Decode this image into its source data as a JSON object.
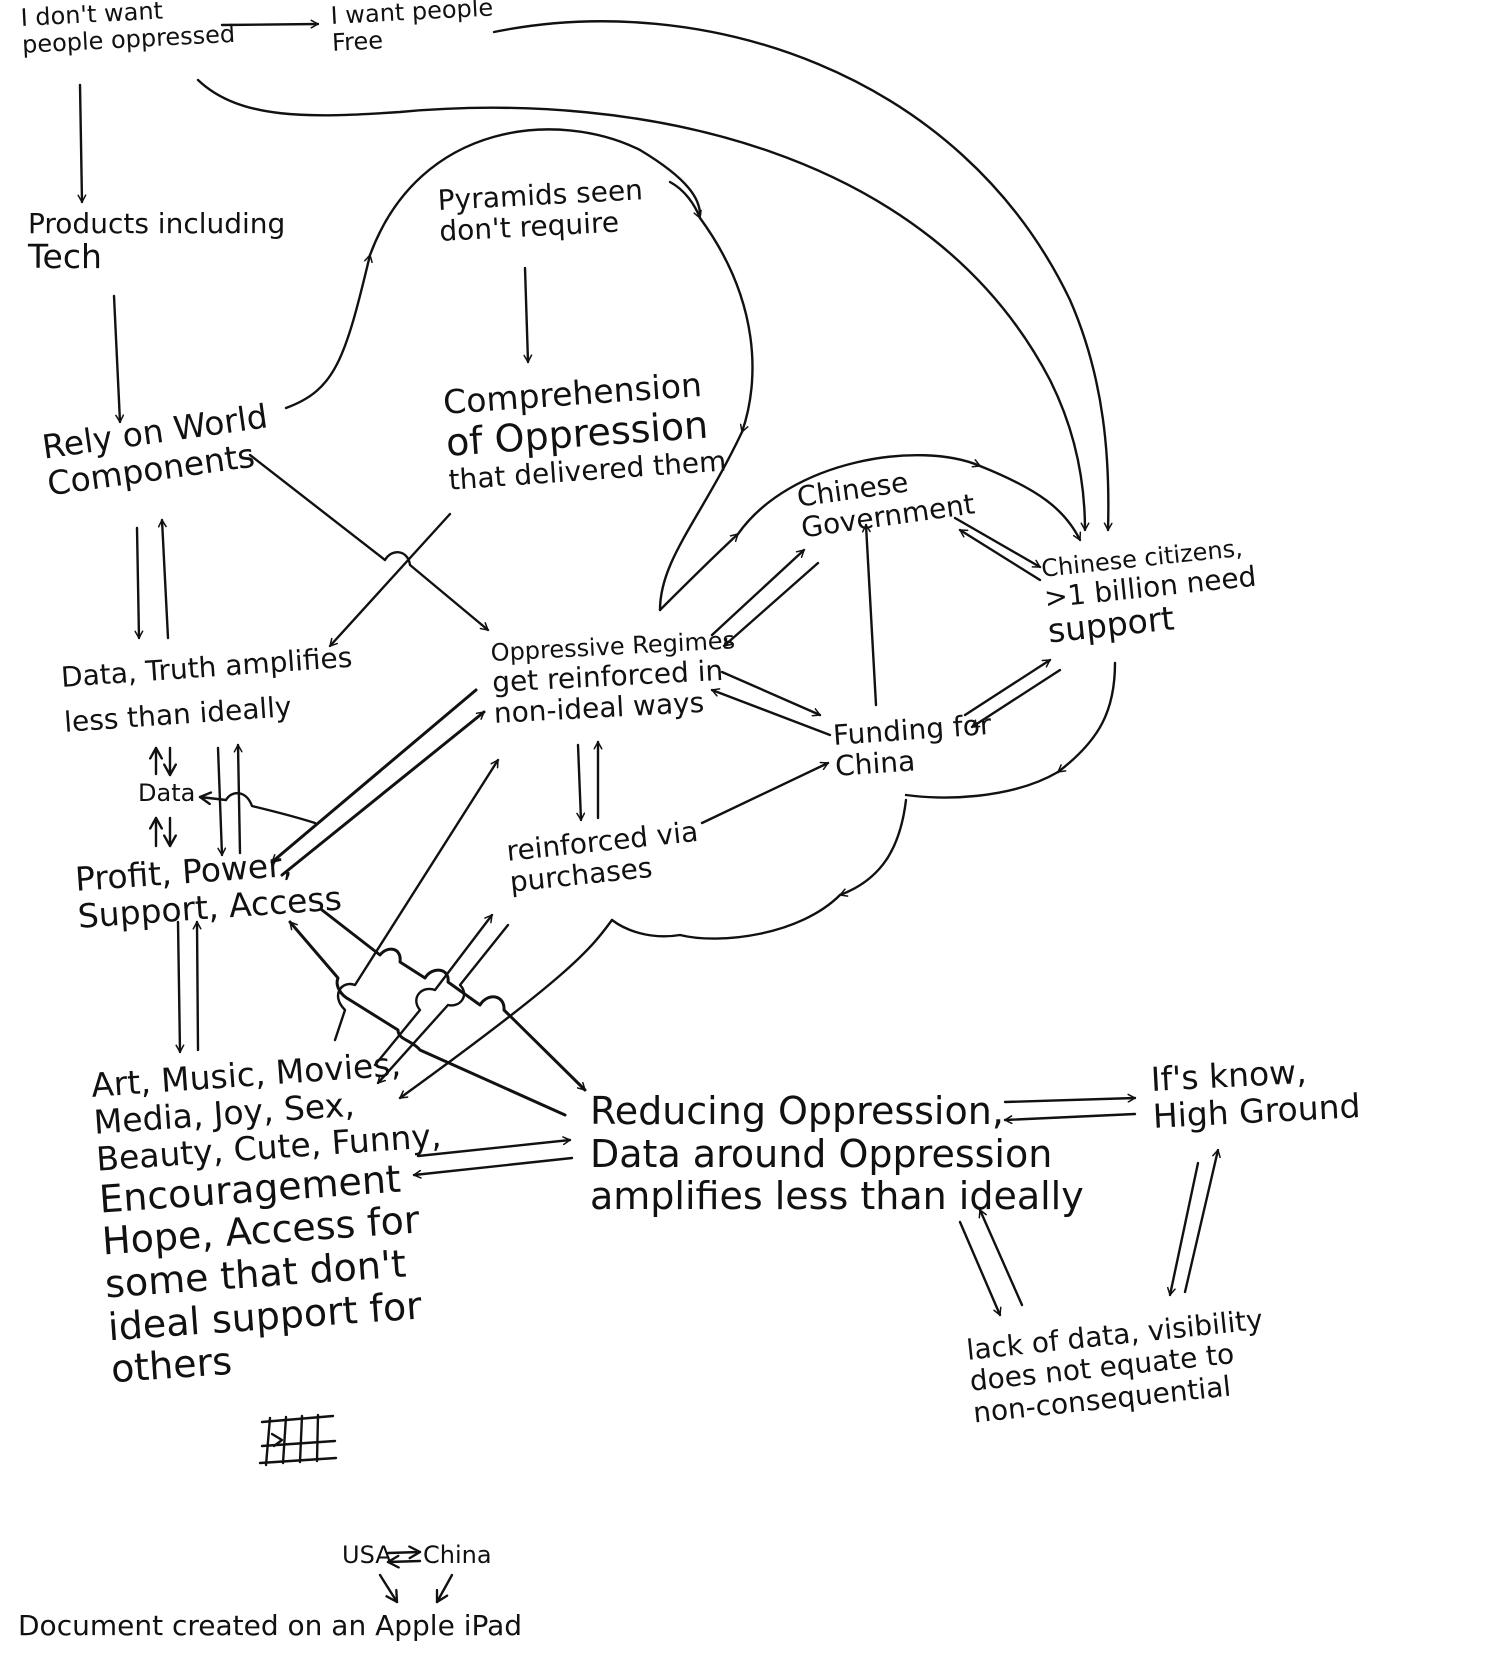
{
  "nodes": {
    "dont_want_oppressed": [
      "I don't want",
      "people oppressed"
    ],
    "want_free": [
      "I want people",
      "Free"
    ],
    "products_tech": [
      "Products including",
      "Tech"
    ],
    "rely_world": [
      "Rely on World",
      "Components"
    ],
    "pyramids": [
      "Pyramids seen",
      "don't require"
    ],
    "comprehension": [
      "Comprehension",
      "of Oppression",
      "that delivered them"
    ],
    "chinese_government": [
      "Chinese",
      "Government"
    ],
    "chinese_citizens": [
      "Chinese citizens,",
      ">1 billion need",
      "support"
    ],
    "data_truth": [
      "Data, Truth amplifies",
      "less than ideally"
    ],
    "oppressive_regimes": [
      "Oppressive Regimes",
      "get reinforced in",
      "non-ideal ways"
    ],
    "funding_china": [
      "Funding for",
      "China"
    ],
    "data_small": "Data",
    "profit_power": [
      "Profit, Power,",
      "Support, Access"
    ],
    "reinforced_purchases": [
      "reinforced via",
      "purchases"
    ],
    "art_music": [
      "Art, Music, Movies,",
      "Media, Joy, Sex,",
      "Beauty, Cute, Funny,",
      "Encouragement",
      "Hope, Access for",
      "some that don't",
      "ideal support for",
      "others"
    ],
    "reducing_oppression": [
      "Reducing Oppression,",
      "Data around Oppression",
      "amplifies less than ideally"
    ],
    "high_ground": [
      "If's know,",
      "High Ground"
    ],
    "lack_of_data": [
      "lack of data, visibility",
      "does not equate to",
      "non-consequential"
    ],
    "usa_china": [
      "USA",
      "China"
    ]
  },
  "footer": "Document created on an Apple iPad",
  "colors": {
    "ink": "#111111",
    "paper": "#ffffff"
  }
}
